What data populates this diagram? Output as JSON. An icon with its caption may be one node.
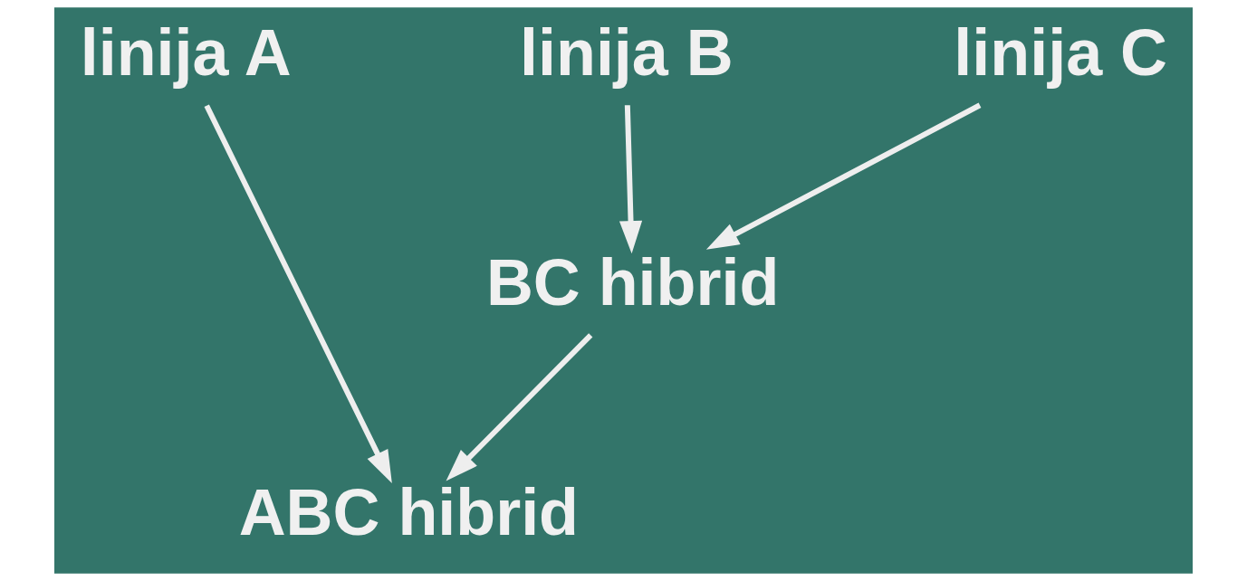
{
  "diagram": {
    "nodes": [
      {
        "text": [
          "linija A"
        ]
      },
      {
        "text": [
          "linija B"
        ]
      },
      {
        "text": [
          "linija C"
        ]
      },
      {
        "text": [
          "BC hibrid"
        ]
      },
      {
        "text": [
          "ABC hibrid"
        ]
      }
    ],
    "edges": [
      {
        "from": 0,
        "to": 4,
        "arrow": "to"
      },
      {
        "from": 1,
        "to": 3,
        "arrow": "to"
      },
      {
        "from": 2,
        "to": 3,
        "arrow": "to"
      },
      {
        "from": 3,
        "to": 4,
        "arrow": "to"
      }
    ]
  }
}
